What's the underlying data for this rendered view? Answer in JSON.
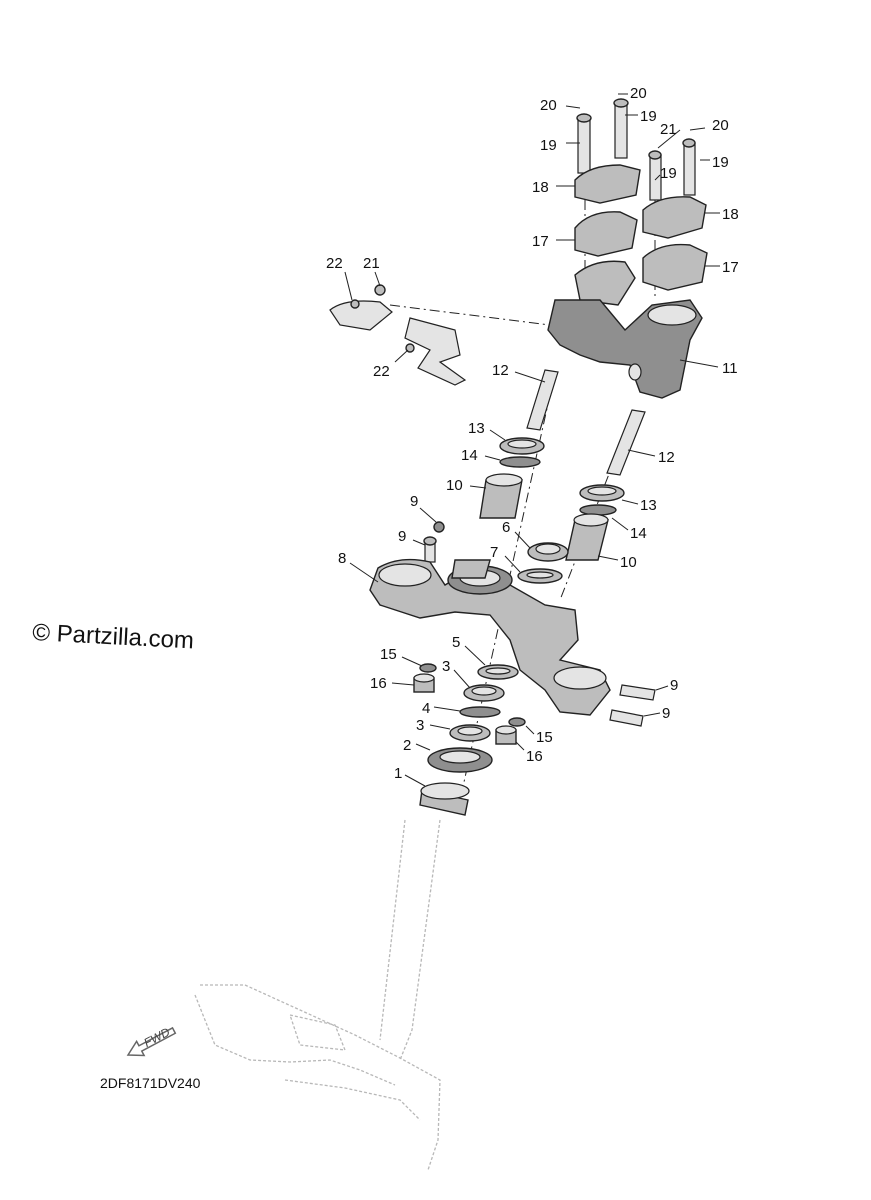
{
  "watermark": "© Partzilla.com",
  "diagram_code": "2DF8171DV240",
  "fwd_label": "FWD",
  "callouts": [
    "1",
    "2",
    "3",
    "3",
    "4",
    "5",
    "6",
    "7",
    "8",
    "9",
    "9",
    "9",
    "9",
    "10",
    "10",
    "11",
    "12",
    "12",
    "13",
    "13",
    "14",
    "14",
    "15",
    "15",
    "16",
    "16",
    "17",
    "17",
    "18",
    "18",
    "19",
    "19",
    "19",
    "20",
    "20",
    "20",
    "21",
    "22",
    "22"
  ]
}
